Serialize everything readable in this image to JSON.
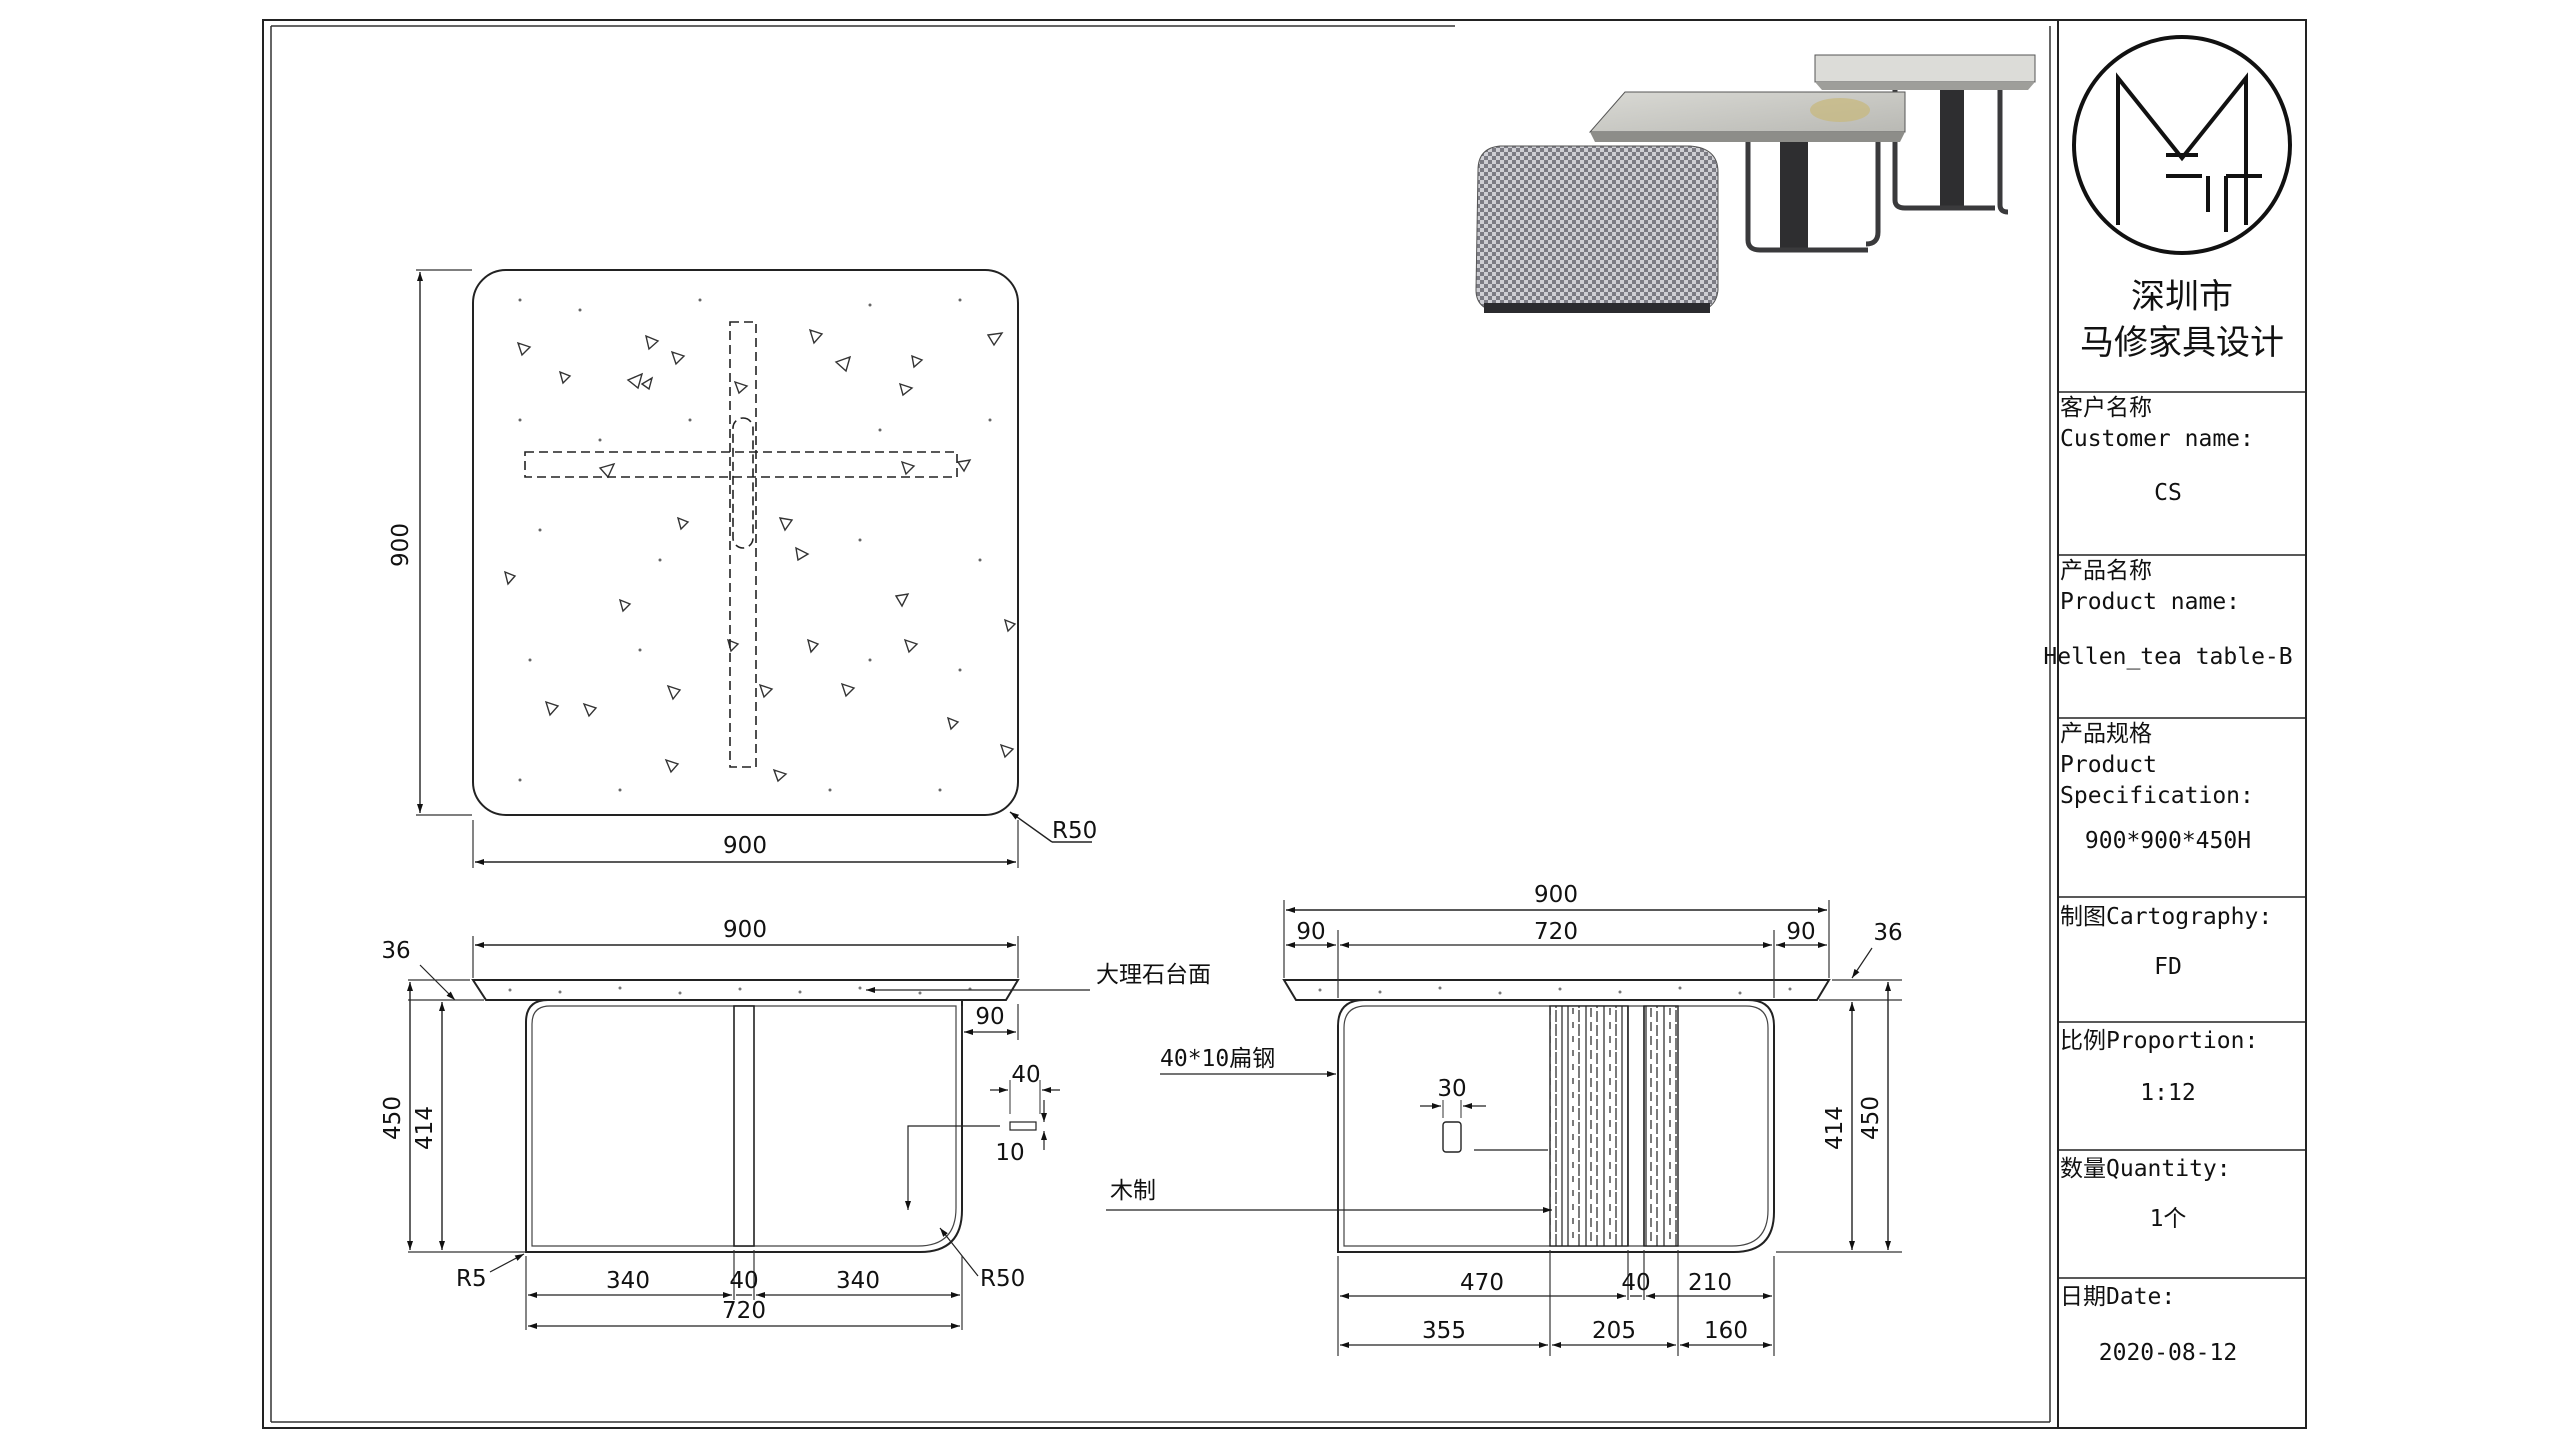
{
  "company": {
    "logo_text": "M",
    "name_line1": "深圳市",
    "name_line2": "马修家具设计"
  },
  "title_block": {
    "customer_cn": "客户名称",
    "customer_en": "Customer name:",
    "customer_value": "CS",
    "product_cn": "产品名称",
    "product_en": "Product name:",
    "product_value": "Hellen_tea table-B",
    "spec_cn": "产品规格",
    "spec_en1": "Product",
    "spec_en2": "Specification:",
    "spec_value": "900*900*450H",
    "carto_label": "制图Cartography:",
    "carto_value": "FD",
    "proportion_label": "比例Proportion:",
    "proportion_value": "1:12",
    "quantity_label": "数量Quantity:",
    "quantity_value": "1个",
    "date_label": "日期Date:",
    "date_value": "2020-08-12"
  },
  "plan_view": {
    "dim_height": "900",
    "dim_width": "900",
    "radius": "R50"
  },
  "front_view": {
    "dim_top": "900",
    "dim_top_thickness": "36",
    "dim_total_height": "450",
    "dim_frame_height": "414",
    "dim_overhang": "90",
    "dim_flat_w": "40",
    "dim_flat_t": "10",
    "radius_small": "R5",
    "radius_large": "R50",
    "dim_seg_left": "340",
    "dim_seg_mid": "40",
    "dim_seg_right": "340",
    "dim_frame_width": "720",
    "note_marble": "大理石台面",
    "note_wood": "木制"
  },
  "side_view": {
    "dim_top": "900",
    "dim_left": "90",
    "dim_mid": "720",
    "dim_right": "90",
    "dim_top_thickness": "36",
    "dim_frame_height": "414",
    "dim_total_height": "450",
    "dim_slot": "30",
    "note_steel": "40*10扁钢",
    "dim_a1": "470",
    "dim_a2": "40",
    "dim_a3": "210",
    "dim_b1": "355",
    "dim_b2": "205",
    "dim_b3": "160"
  }
}
